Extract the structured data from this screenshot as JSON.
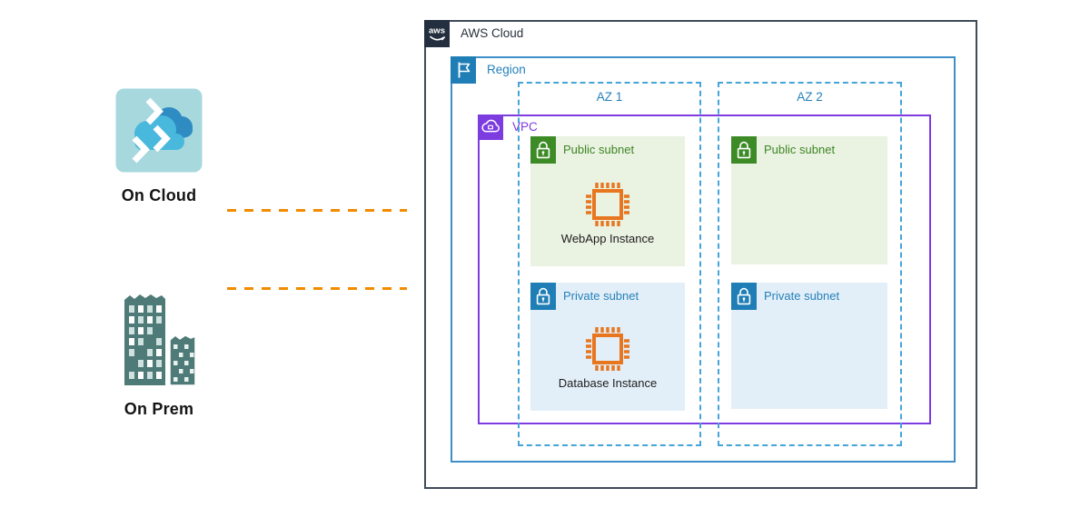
{
  "diagram": {
    "external_nodes": [
      {
        "id": "on-cloud",
        "label": "On Cloud"
      },
      {
        "id": "on-prem",
        "label": "On Prem"
      }
    ],
    "connectors": [
      {
        "from": "on-cloud",
        "to": "aws-cloud",
        "style": "dashed",
        "color": "#f18b00"
      },
      {
        "from": "on-prem",
        "to": "aws-cloud",
        "style": "dashed",
        "color": "#f18b00"
      }
    ],
    "aws_cloud": {
      "label": "AWS Cloud"
    },
    "region": {
      "label": "Region"
    },
    "availability_zones": [
      {
        "label": "AZ 1"
      },
      {
        "label": "AZ 2"
      }
    ],
    "vpc": {
      "label": "VPC"
    },
    "subnets": [
      {
        "az": "AZ 1",
        "type": "public",
        "label": "Public subnet",
        "instance": "WebApp Instance"
      },
      {
        "az": "AZ 1",
        "type": "private",
        "label": "Private subnet",
        "instance": "Database Instance"
      },
      {
        "az": "AZ 2",
        "type": "public",
        "label": "Public subnet"
      },
      {
        "az": "AZ 2",
        "type": "private",
        "label": "Private subnet"
      }
    ],
    "colors": {
      "aws_border": "#3f4b57",
      "aws_navy": "#232f3e",
      "region_blue_border": "#3e8fc7",
      "region_text_blue": "#2480ba",
      "az_dash_blue": "#45a4d8",
      "vpc_purple": "#7d3ce0",
      "public_green": "#3d8b26",
      "public_subnet_bg": "#eaf2e2",
      "private_blue": "#1f7eb5",
      "private_subnet_bg": "#e3eff8",
      "instance_orange": "#e8761f",
      "connector_orange": "#f18b00",
      "on_cloud_teal": "#a6d8de",
      "on_prem_teal": "#4e7a77"
    }
  }
}
